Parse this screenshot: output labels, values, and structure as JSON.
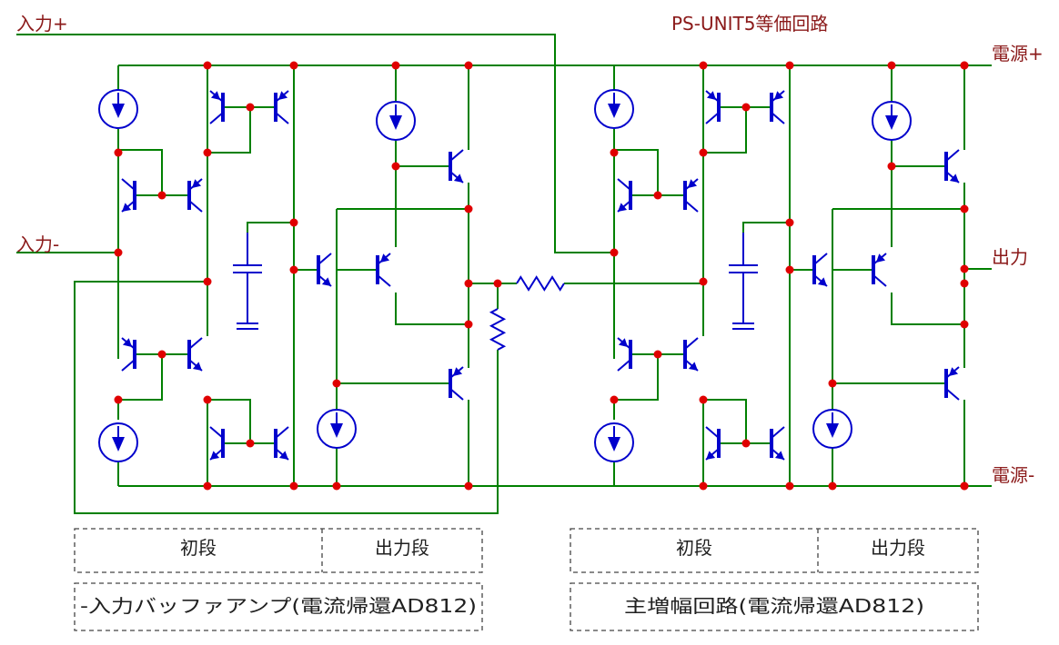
{
  "title": "PS-UNIT5等価回路",
  "terminals": {
    "in_plus": "入力+",
    "in_minus": "入力-",
    "vplus": "電源+",
    "vminus": "電源-",
    "output": "出力"
  },
  "blocks": {
    "left_stage1": "初段",
    "left_stage2": "出力段",
    "left_name": "-入力バッファアンプ(電流帰還AD812)",
    "right_stage1": "初段",
    "right_stage2": "出力段",
    "right_name": "主増幅回路(電流帰還AD812)"
  },
  "colors": {
    "wire": "#008000",
    "device": "#0000cc",
    "node": "#e00000",
    "label": "#8b1a1a",
    "block_text": "#202020"
  }
}
